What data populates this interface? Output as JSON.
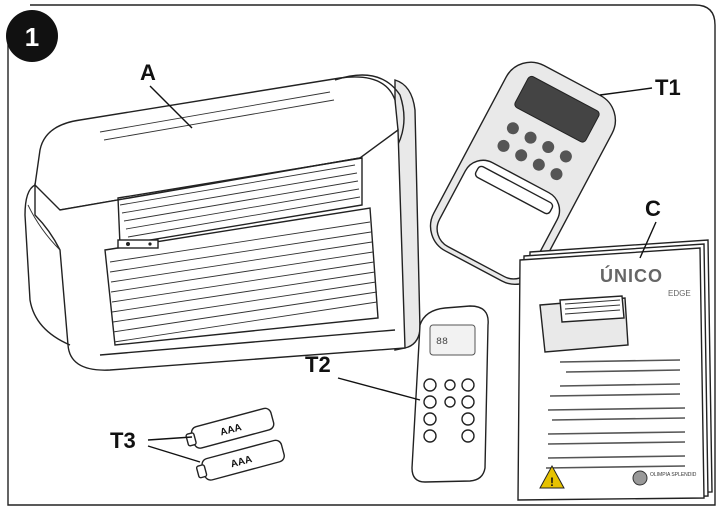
{
  "figure": {
    "number": "1",
    "labels": {
      "a": "A",
      "t1": "T1",
      "t2": "T2",
      "t3": "T3",
      "c": "C"
    },
    "booklet": {
      "brand": "ÚNICO",
      "model": "EDGE",
      "maker": "OLIMPIA SPLENDID"
    },
    "batteries": {
      "text": "AAA"
    }
  }
}
